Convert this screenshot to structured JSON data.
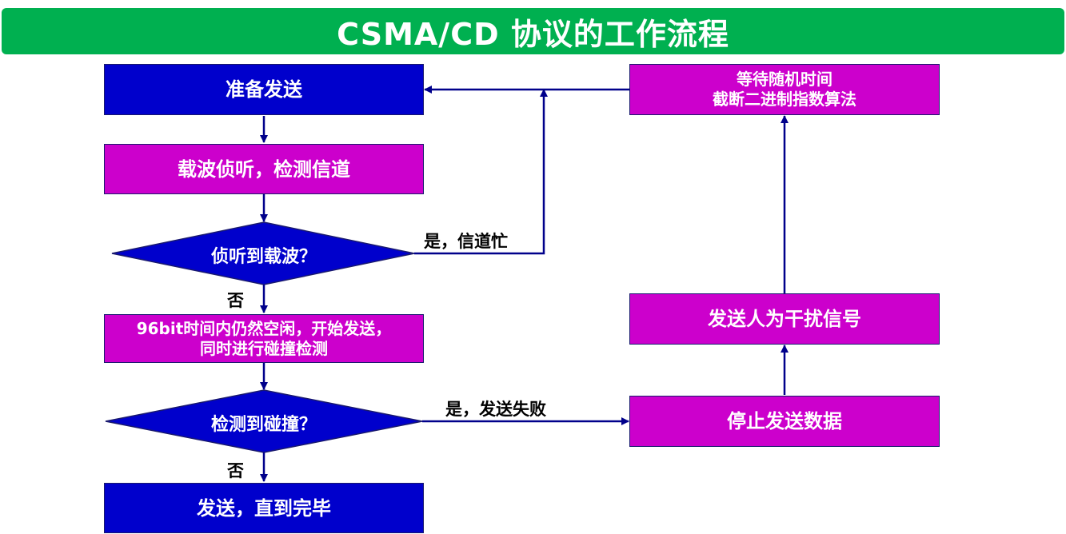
{
  "title": "CSMA/CD 协议的工作流程",
  "colors": {
    "title_bg": "#00b050",
    "blue_box": "#0000cc",
    "magenta_box": "#cc00cc",
    "arrow": "#00008b"
  },
  "nodes": {
    "prepare_send": "准备发送",
    "carrier_sense": "载波侦听，检测信道",
    "sense_carrier_q": "侦听到载波？",
    "idle_send_line1": "96bit时间内仍然空闲，开始发送，",
    "idle_send_line2": "同时进行碰撞检测",
    "collision_q": "检测到碰撞？",
    "send_until_done": "发送，直到完毕",
    "stop_send": "停止发送数据",
    "jam_signal": "发送人为干扰信号",
    "backoff_line1": "等待随机时间",
    "backoff_line2": "截断二进制指数算法"
  },
  "edges": {
    "busy": "是，信道忙",
    "no1": "否",
    "fail": "是，发送失败",
    "no2": "否"
  }
}
